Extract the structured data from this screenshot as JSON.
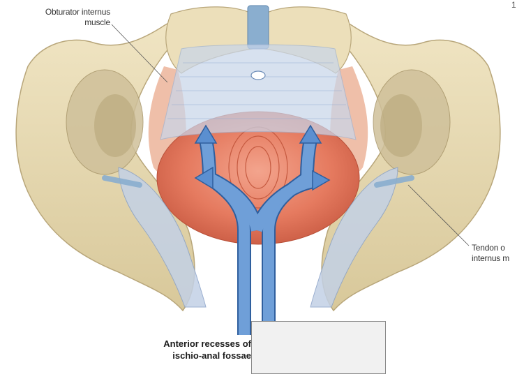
{
  "labels": {
    "obturator_internus_line1": "Obturator internus",
    "obturator_internus_line2": "muscle",
    "tendon_line1": "Tendon o",
    "tendon_line2": "internus m",
    "anterior_line1": "Anterior recesses of",
    "anterior_line2": "ischio-anal fossae",
    "page_number": "1"
  },
  "colors": {
    "bone": "#e9dcb6",
    "bone_shadow": "#c9b98b",
    "muscle": "#e57a5f",
    "ligament": "#bccbe0",
    "arrow": "#5b8fd0",
    "arrow_outline": "#2f5f9e",
    "answer_box": "#f1f1f1"
  }
}
